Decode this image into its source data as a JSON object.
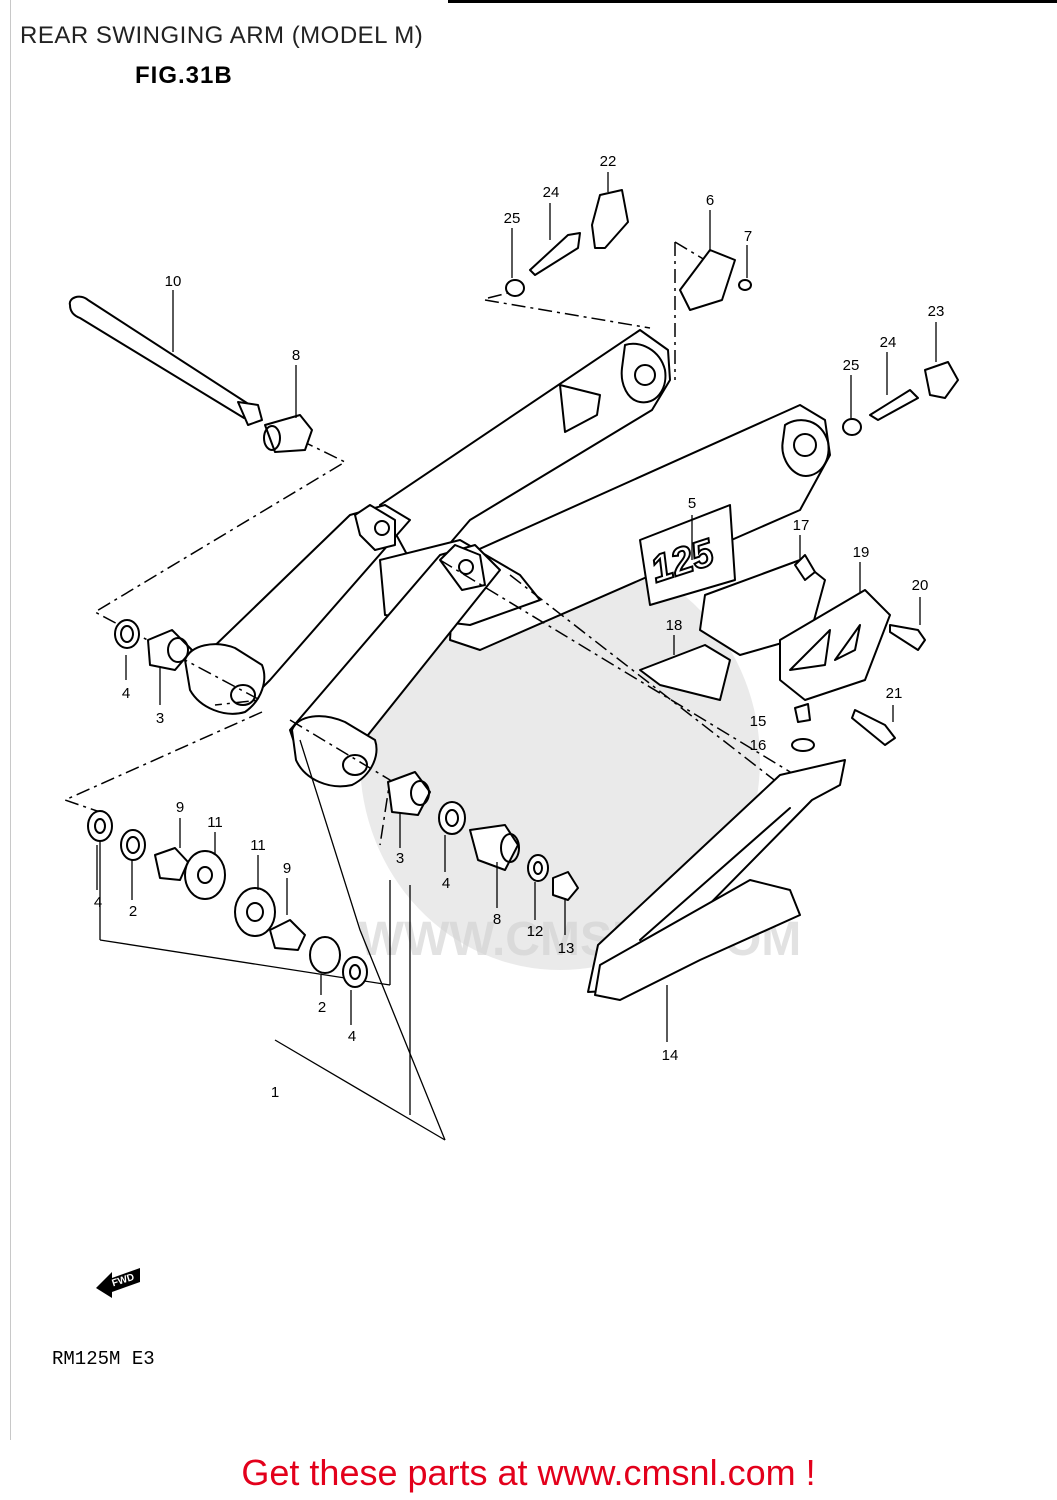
{
  "header": {
    "title": "REAR SWINGING ARM (MODEL M)",
    "figure": "FIG.31B"
  },
  "diagram": {
    "decal_text": "125",
    "fwd_label": "FWD",
    "model_code": "RM125M E3",
    "watermark": "WWW.CMSNL.COM",
    "callouts": [
      "1",
      "2",
      "3",
      "4",
      "5",
      "6",
      "7",
      "8",
      "9",
      "10",
      "11",
      "12",
      "13",
      "14",
      "15",
      "16",
      "17",
      "18",
      "19",
      "20",
      "21",
      "22",
      "23",
      "24",
      "25"
    ]
  },
  "footer": {
    "cta": "Get these parts at www.cmsnl.com !"
  },
  "colors": {
    "cta": "#e3001b",
    "ink": "#000000"
  }
}
